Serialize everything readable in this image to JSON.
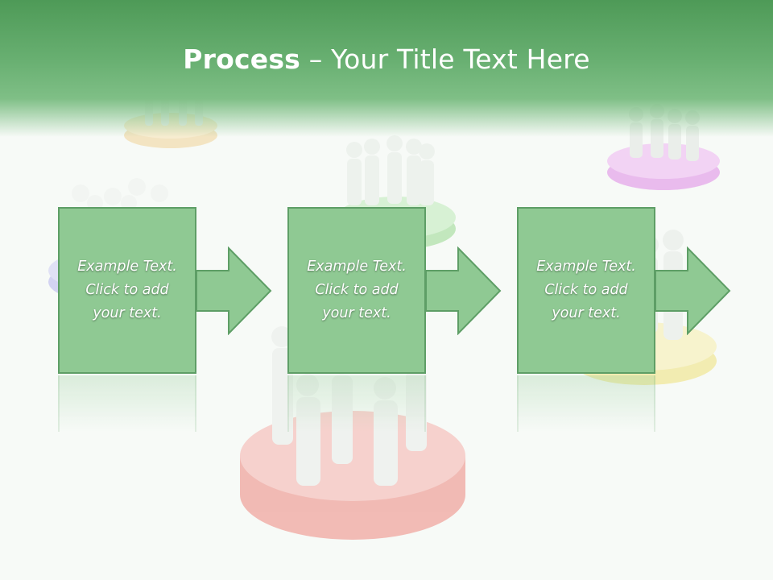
{
  "slide": {
    "title_bold": "Process",
    "title_rest": " – Your Title Text Here"
  },
  "steps": [
    {
      "text": "Example Text.\nClick  to add\nyour text."
    },
    {
      "text": "Example Text.\nClick  to add\nyour text."
    },
    {
      "text": "Example Text.\nClick  to add\nyour text."
    }
  ],
  "colors": {
    "header": "#5aa563",
    "box_fill": "#8fc993",
    "box_border": "#5e9e66",
    "platforms": [
      "#f2a8a4",
      "#a8e3a0",
      "#f4e89a",
      "#ebb1ec",
      "#b9b7ea",
      "#f0d49b"
    ]
  }
}
